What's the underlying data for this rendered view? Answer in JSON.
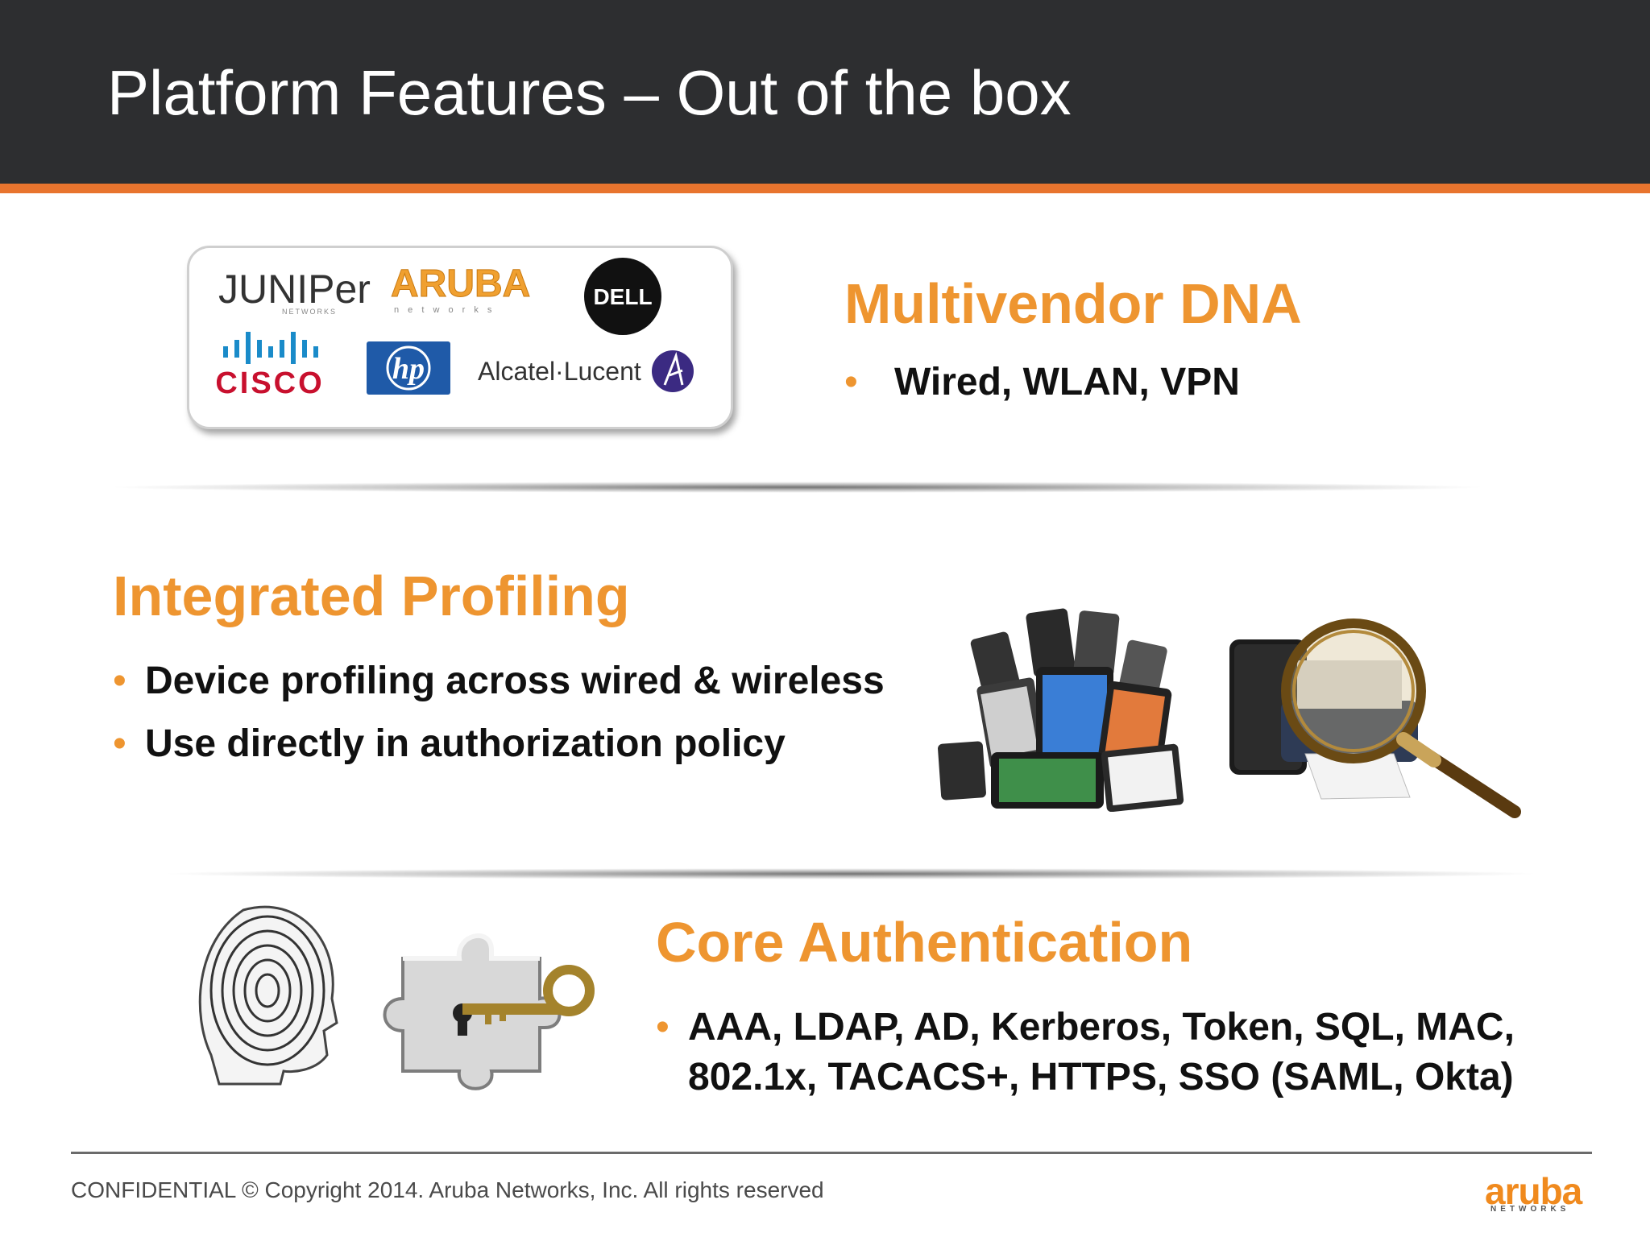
{
  "header": {
    "title": "Platform Features – Out of the box"
  },
  "sections": {
    "multivendor": {
      "heading": "Multivendor DNA",
      "bullets": [
        "Wired, WLAN, VPN"
      ],
      "logos": {
        "juniper": "JUNIPer",
        "juniper_sub": "NETWORKS",
        "aruba": "ARUBA",
        "aruba_sub": "n e t w o r k s",
        "dell": "DELL",
        "cisco": "CISCO",
        "hp": "hp",
        "alcatel": "Alcatel·Lucent"
      }
    },
    "profiling": {
      "heading": "Integrated Profiling",
      "bullets": [
        "Device profiling across wired & wireless",
        "Use directly in authorization policy"
      ]
    },
    "authentication": {
      "heading": "Core Authentication",
      "bullet_line1": "AAA, LDAP, AD, Kerberos, Token, SQL, MAC,",
      "bullet_line2": "802.1x, TACACS+, HTTPS, SSO (SAML, Okta)"
    }
  },
  "footer": {
    "copyright": "CONFIDENTIAL © Copyright 2014. Aruba Networks, Inc. All rights reserved",
    "brand": "aruba",
    "brand_sub": "NETWORKS"
  },
  "icons": [
    "fingerprint-head-icon",
    "puzzle-key-icon",
    "mobile-devices-icon",
    "magnifier-printer-icon"
  ],
  "colors": {
    "accent": "#ee9530",
    "header_bg": "#2d2e30",
    "rule": "#e8742e"
  }
}
